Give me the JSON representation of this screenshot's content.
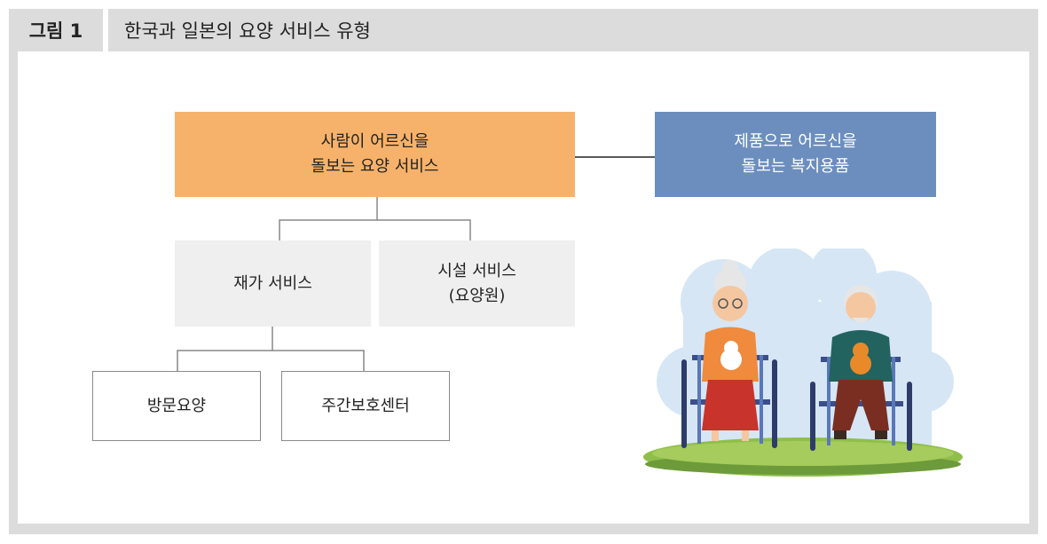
{
  "figure": {
    "label": "그림 1",
    "title": "한국과 일본의 요양 서비스 유형"
  },
  "nodes": {
    "human_care": "사람이 어르신을\n돌보는 요양 서비스",
    "product_care": "제품으로 어르신을\n돌보는 복지용품",
    "home_service": "재가 서비스",
    "facility_service": "시설 서비스\n(요양원)",
    "home_visit": "방문요양",
    "day_care": "주간보호센터"
  },
  "colors": {
    "orange": "#f6b26b",
    "blue": "#6c8ebf",
    "gray_box": "#efefef",
    "frame": "#dcdcdc"
  }
}
